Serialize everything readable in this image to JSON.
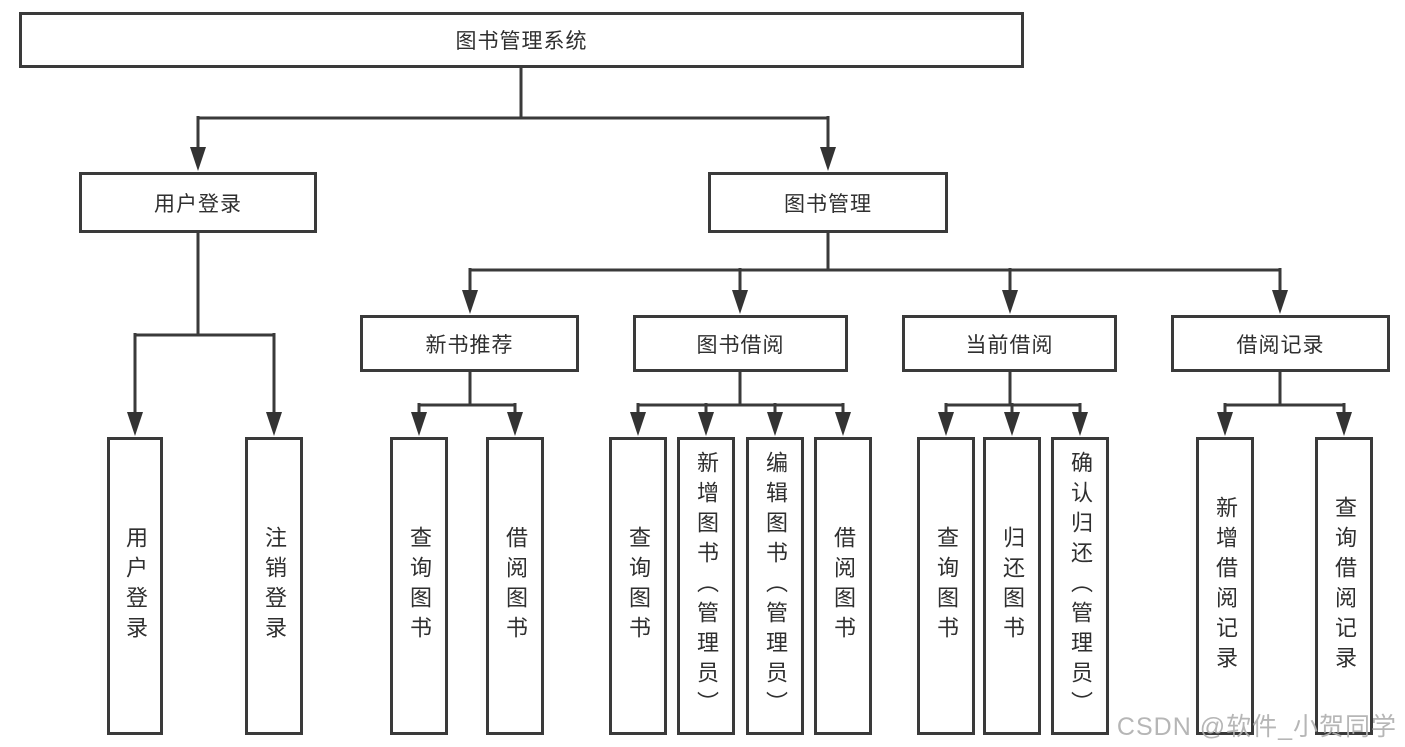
{
  "tree": {
    "root": {
      "label": "图书管理系统",
      "children": [
        {
          "label": "用户登录",
          "children": [
            {
              "label": "用户登录"
            },
            {
              "label": "注销登录"
            }
          ]
        },
        {
          "label": "图书管理",
          "children": [
            {
              "label": "新书推荐",
              "children": [
                {
                  "label": "查询图书"
                },
                {
                  "label": "借阅图书"
                }
              ]
            },
            {
              "label": "图书借阅",
              "children": [
                {
                  "label": "查询图书"
                },
                {
                  "label": "新增图书（管理员）"
                },
                {
                  "label": "编辑图书（管理员）"
                },
                {
                  "label": "借阅图书"
                }
              ]
            },
            {
              "label": "当前借阅",
              "children": [
                {
                  "label": "查询图书"
                },
                {
                  "label": "归还图书"
                },
                {
                  "label": "确认归还（管理员）"
                }
              ]
            },
            {
              "label": "借阅记录",
              "children": [
                {
                  "label": "新增借阅记录"
                },
                {
                  "label": "查询借阅记录"
                }
              ]
            }
          ]
        }
      ]
    }
  },
  "watermark": {
    "text": "CSDN @软件_小贺同学"
  },
  "colors": {
    "line": "#3a3a3a",
    "box_border": "#3a3a3a",
    "text": "#2f2f2f",
    "watermark": "#b0b0b0",
    "background": "#ffffff"
  }
}
